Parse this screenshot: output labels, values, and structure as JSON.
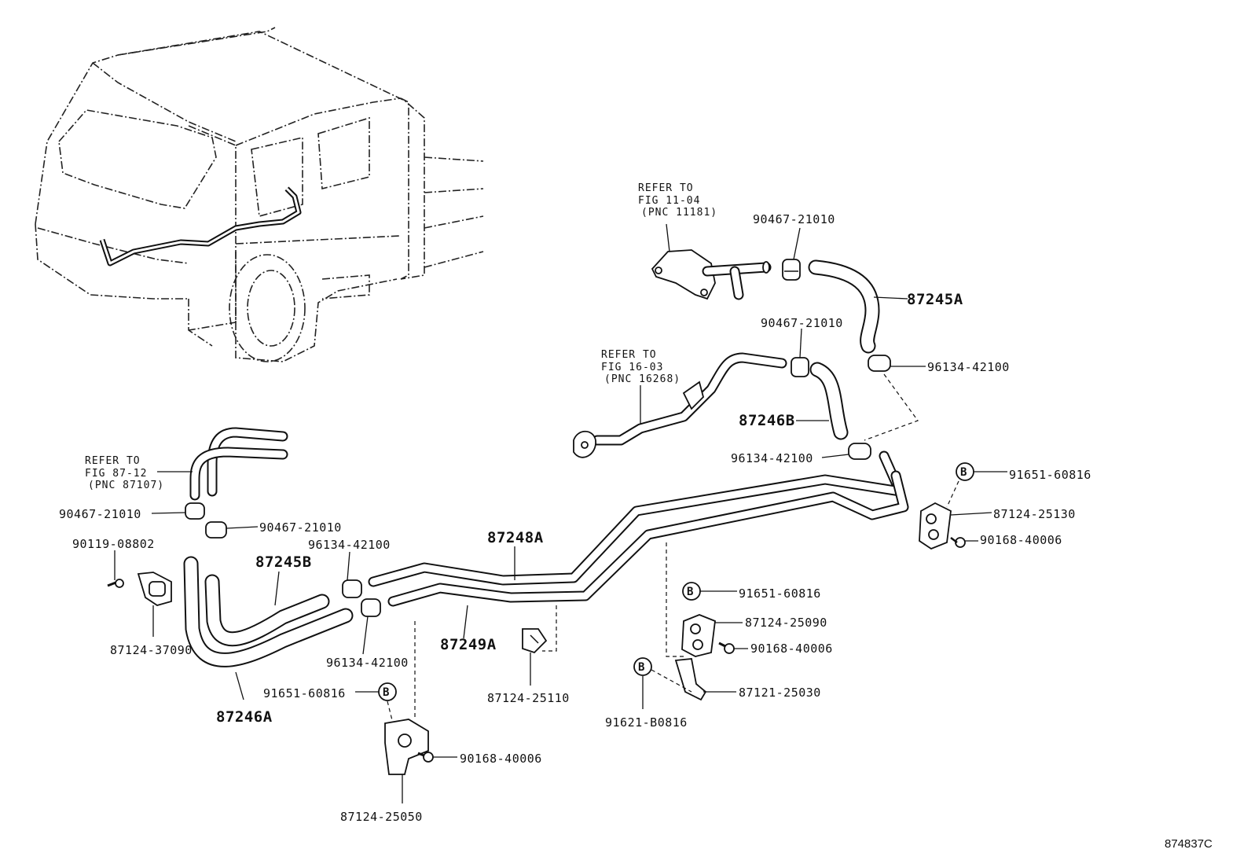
{
  "figure_id": "874837C",
  "refer_notes": {
    "fig_11_04": {
      "l1": "REFER TO",
      "l2": "FIG 11-04",
      "l3": "(PNC 11181)"
    },
    "fig_16_03": {
      "l1": "REFER TO",
      "l2": "FIG 16-03",
      "l3": "(PNC 16268)"
    },
    "fig_87_12": {
      "l1": "REFER TO",
      "l2": "FIG 87-12",
      "l3": "(PNC 87107)"
    }
  },
  "callouts": {
    "c_90467_a": "90467-21010",
    "c_90467_b": "90467-21010",
    "c_87245A": "87245A",
    "c_96134_a": "96134-42100",
    "c_87246B": "87246B",
    "c_96134_b": "96134-42100",
    "c_91651_a": "91651-60816",
    "c_87124_25130": "87124-25130",
    "c_90168_a": "90168-40006",
    "c_90467_c": "90467-21010",
    "c_90467_d": "90467-21010",
    "c_90119": "90119-08802",
    "c_87245B": "87245B",
    "c_96134_c": "96134-42100",
    "c_87248A": "87248A",
    "c_87124_37090": "87124-37090",
    "c_96134_d": "96134-42100",
    "c_87249A": "87249A",
    "c_91651_b": "91651-60816",
    "c_87124_25090": "87124-25090",
    "c_90168_b": "90168-40006",
    "c_87121_25030": "87121-25030",
    "c_91651_c": "91651-60816",
    "c_87246A": "87246A",
    "c_87124_25110": "87124-25110",
    "c_91621": "91621-B0816",
    "c_90168_c": "90168-40006",
    "c_87124_25050": "87124-25050"
  },
  "markers": {
    "bolt_marker": "B"
  }
}
